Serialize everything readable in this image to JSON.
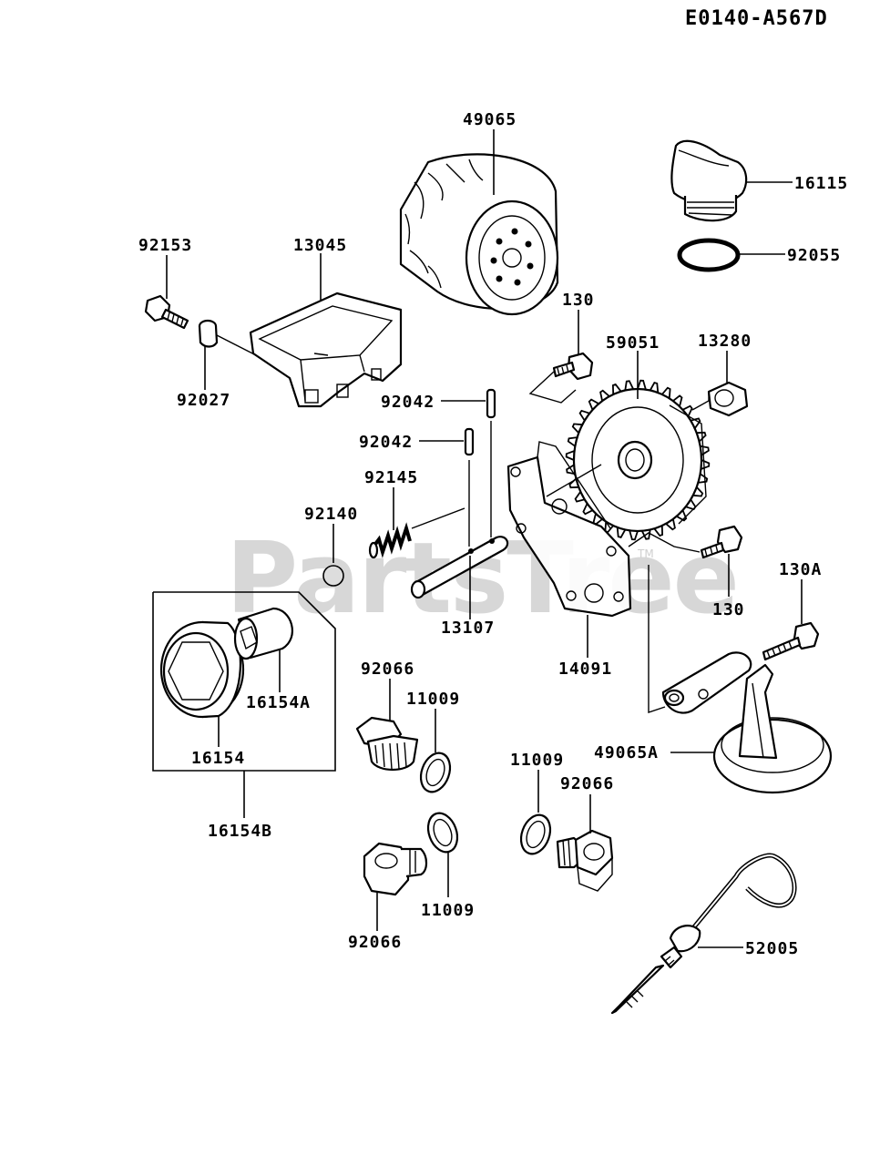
{
  "diagram_code": "E0140-A567D",
  "watermark": "PartsTree",
  "watermark_tm": "TM",
  "labels": {
    "p49065": "49065",
    "p16115": "16115",
    "p92055": "92055",
    "p92153": "92153",
    "p13045": "13045",
    "p92027": "92027",
    "p130_top": "130",
    "p59051": "59051",
    "p13280": "13280",
    "p92042_a": "92042",
    "p92042_b": "92042",
    "p92145": "92145",
    "p92140": "92140",
    "p130_mid": "130",
    "p130A": "130A",
    "p13107": "13107",
    "p14091": "14091",
    "p16154A": "16154A",
    "p16154": "16154",
    "p16154B": "16154B",
    "p92066_a": "92066",
    "p11009_a": "11009",
    "p11009_b": "11009",
    "p92066_b": "92066",
    "p49065A": "49065A",
    "p11009_c": "11009",
    "p92066_c": "92066",
    "p52005": "52005"
  }
}
